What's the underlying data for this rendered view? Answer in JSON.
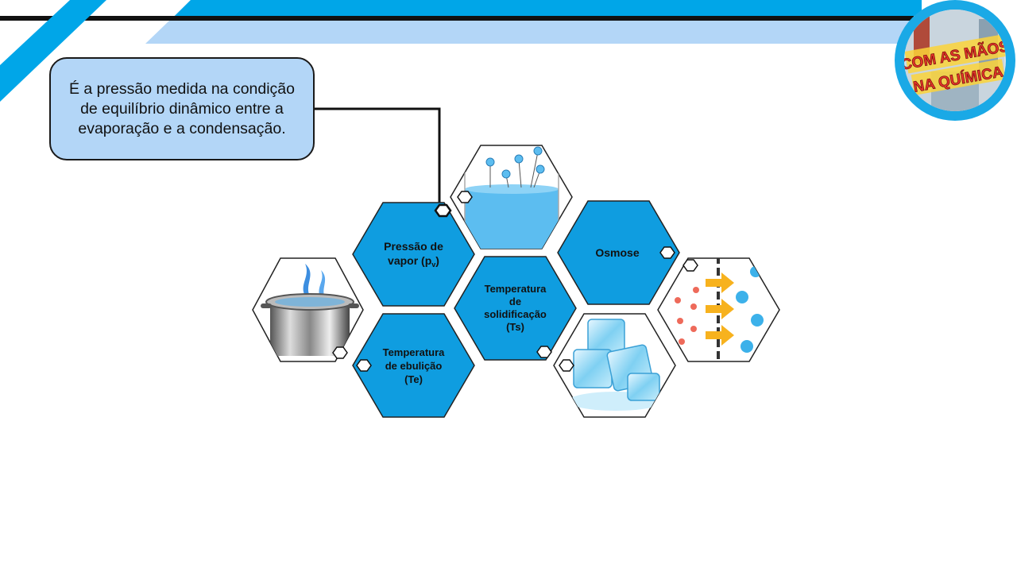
{
  "callout": {
    "text": "É a pressão medida na condição de equilíbrio dinâmico entre a evaporação e a condensação."
  },
  "logo": {
    "line1": "COM AS MÃOS",
    "line2": "NA QUÍMICA"
  },
  "hexagons": {
    "vapor_pressure": {
      "label_line1": "Pressão de",
      "label_line2": "vapor (p",
      "subscript": "v",
      "closing": ")"
    },
    "osmosis": {
      "label": "Osmose"
    },
    "solidification": {
      "line1": "Temperatura",
      "line2": "de",
      "line3": "solidificação",
      "line4": "(Ts)"
    },
    "boiling": {
      "line1": "Temperatura",
      "line2": "de ebulição",
      "line3": "(Te)"
    }
  },
  "colors": {
    "accent": "#0aa5e6",
    "light_accent": "#b3d6f7",
    "hex_fill": "#0f9de0",
    "text": "#111111"
  }
}
